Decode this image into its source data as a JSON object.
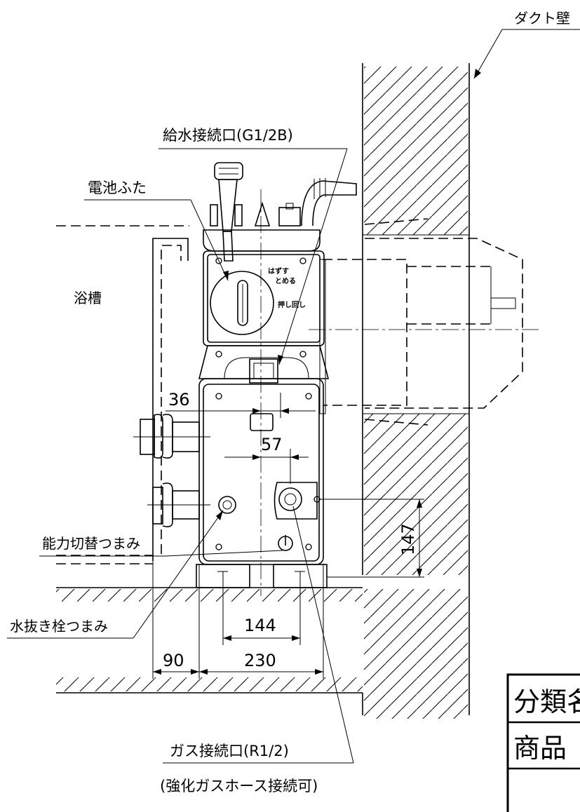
{
  "labels": {
    "duct_wall": "ダクト壁",
    "water_inlet": "給水接続口(G1/2B)",
    "battery_cover": "電池ふた",
    "bathtub": "浴槽",
    "drain_plug_knob": "水抜き栓つまみ",
    "capacity_switch_knob": "能力切替つまみ",
    "gas_inlet": "ガス接続口(R1/2)",
    "gas_hose_note": "(強化ガスホース接続可)"
  },
  "device_text": {
    "remove": "はずす",
    "stop": "とめる",
    "push_turn": "押し回し"
  },
  "dimensions": {
    "d36": "36",
    "d57": "57",
    "d147": "147",
    "d144": "144",
    "d90": "90",
    "d230": "230"
  },
  "title_block": {
    "category": "分類名",
    "product": "商品"
  }
}
